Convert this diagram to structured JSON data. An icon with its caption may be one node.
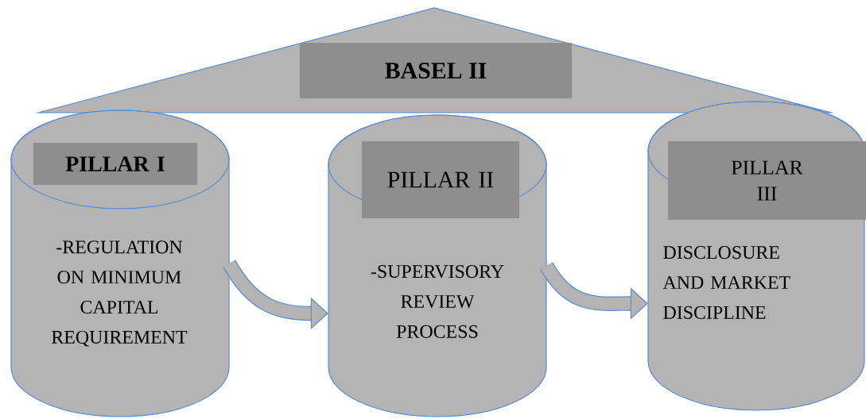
{
  "diagram": {
    "nodes": [
      {
        "text": [
          "BASEL II"
        ]
      },
      {
        "text": [
          "PILLAR I",
          "-REGULATION ON MINIMUM CAPITAL REQUIREMENT"
        ]
      },
      {
        "text": [
          "PILLAR II",
          "-SUPERVISORY REVIEW PROCESS"
        ]
      },
      {
        "text": [
          "PILLAR III",
          "DISCLOSURE AND MARKET DISCIPLINE"
        ]
      }
    ],
    "edges": [
      {
        "from": 1,
        "to": 2,
        "arrow": "to"
      },
      {
        "from": 2,
        "to": 3,
        "arrow": "to"
      }
    ]
  }
}
